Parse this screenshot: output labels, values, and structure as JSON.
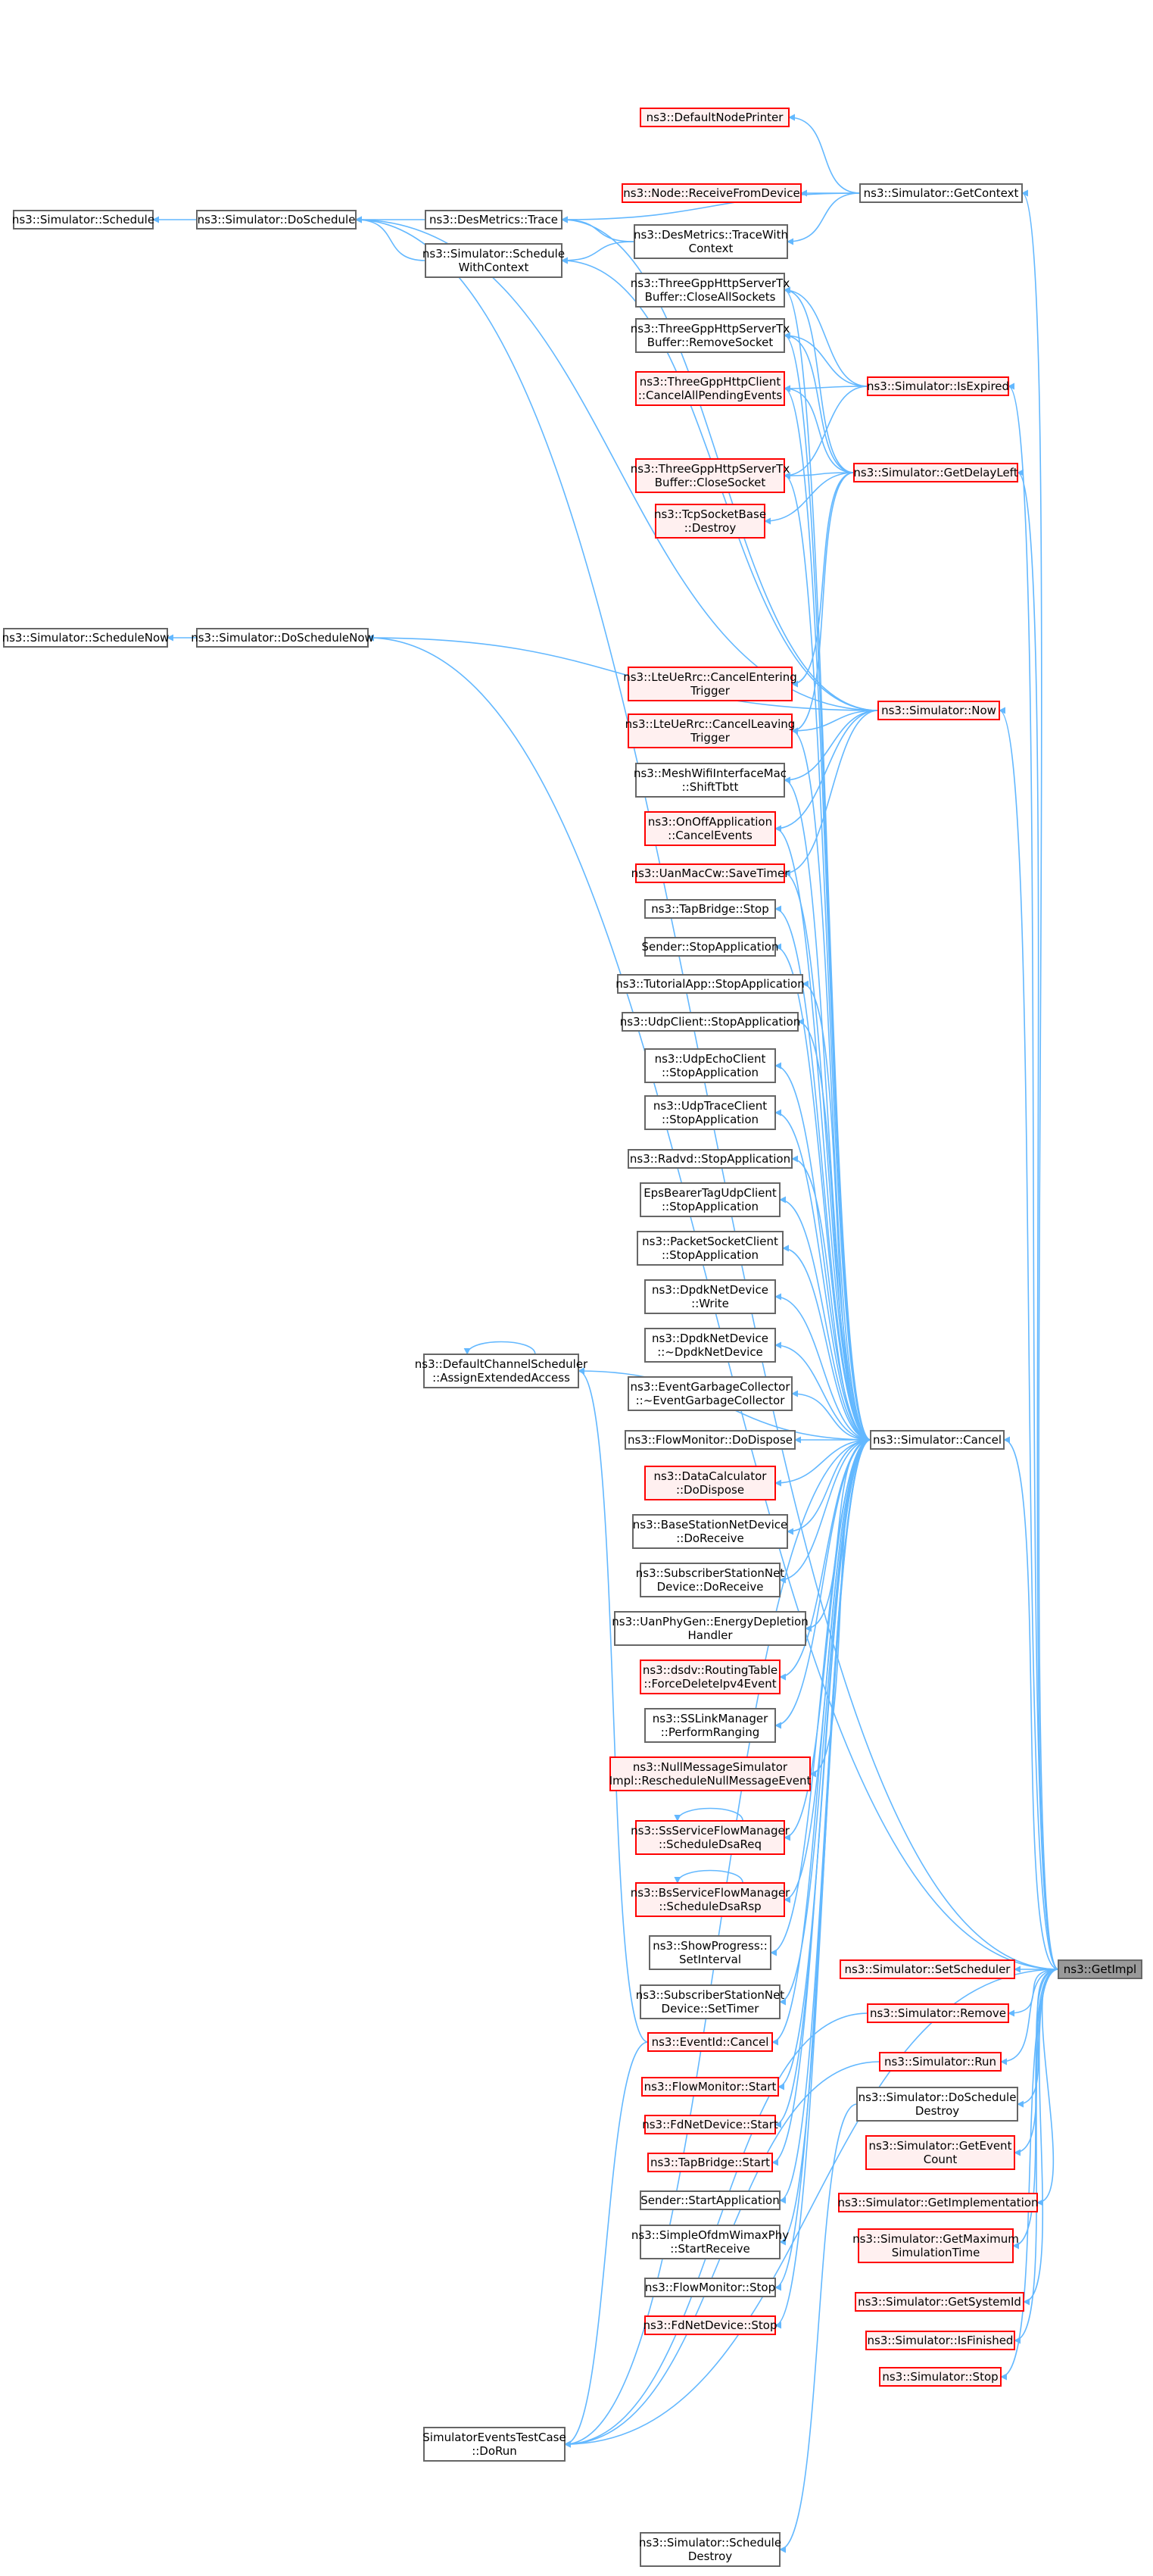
{
  "graph": {
    "colors": {
      "edge": "#63b8ff",
      "node_border_default": "#666666",
      "node_border_red": "#ff0000",
      "node_fill_red": "#fff0f0",
      "node_fill_default": "#ffffff",
      "focus_fill": "#999999",
      "focus_border": "#666666"
    },
    "focus": "getimpl",
    "nodes": [
      {
        "id": "schedule",
        "lines": [
          "ns3::Simulator::Schedule"
        ],
        "style": "default"
      },
      {
        "id": "doschedule",
        "lines": [
          "ns3::Simulator::DoSchedule"
        ],
        "style": "default"
      },
      {
        "id": "desmetrics_trace",
        "lines": [
          "ns3::DesMetrics::Trace"
        ],
        "style": "default"
      },
      {
        "id": "schedule_wc",
        "lines": [
          "ns3::Simulator::Schedule",
          "WithContext"
        ],
        "style": "default"
      },
      {
        "id": "defaultnodeprinter",
        "lines": [
          "ns3::DefaultNodePrinter"
        ],
        "style": "red"
      },
      {
        "id": "receivefromdevice",
        "lines": [
          "ns3::Node::ReceiveFromDevice"
        ],
        "style": "red"
      },
      {
        "id": "tracewithcontext",
        "lines": [
          "ns3::DesMetrics::TraceWith",
          "Context"
        ],
        "style": "default"
      },
      {
        "id": "getcontext",
        "lines": [
          "ns3::Simulator::GetContext"
        ],
        "style": "default"
      },
      {
        "id": "closeallsockets",
        "lines": [
          "ns3::ThreeGppHttpServerTx",
          "Buffer::CloseAllSockets"
        ],
        "style": "default"
      },
      {
        "id": "removesocket",
        "lines": [
          "ns3::ThreeGppHttpServerTx",
          "Buffer::RemoveSocket"
        ],
        "style": "default"
      },
      {
        "id": "cancelallpending",
        "lines": [
          "ns3::ThreeGppHttpClient",
          "::CancelAllPendingEvents"
        ],
        "style": "red"
      },
      {
        "id": "isexpired",
        "lines": [
          "ns3::Simulator::IsExpired"
        ],
        "style": "red"
      },
      {
        "id": "closesocket",
        "lines": [
          "ns3::ThreeGppHttpServerTx",
          "Buffer::CloseSocket"
        ],
        "style": "red"
      },
      {
        "id": "getdelayleft",
        "lines": [
          "ns3::Simulator::GetDelayLeft"
        ],
        "style": "red"
      },
      {
        "id": "tcpdestroy",
        "lines": [
          "ns3::TcpSocketBase",
          "::Destroy"
        ],
        "style": "red"
      },
      {
        "id": "schedulenow",
        "lines": [
          "ns3::Simulator::ScheduleNow"
        ],
        "style": "default"
      },
      {
        "id": "doschedulenow",
        "lines": [
          "ns3::Simulator::DoScheduleNow"
        ],
        "style": "default"
      },
      {
        "id": "canceltrigger",
        "lines": [
          "ns3::LteUeRrc::CancelEntering",
          "Trigger"
        ],
        "style": "red"
      },
      {
        "id": "leavingtrigger",
        "lines": [
          "ns3::LteUeRrc::CancelLeaving",
          "Trigger"
        ],
        "style": "red"
      },
      {
        "id": "now",
        "lines": [
          "ns3::Simulator::Now"
        ],
        "style": "red"
      },
      {
        "id": "shifttbtt",
        "lines": [
          "ns3::MeshWifiInterfaceMac",
          "::ShiftTbtt"
        ],
        "style": "default"
      },
      {
        "id": "onoffcancel",
        "lines": [
          "ns3::OnOffApplication",
          "::CancelEvents"
        ],
        "style": "red"
      },
      {
        "id": "savetimer",
        "lines": [
          "ns3::UanMacCw::SaveTimer"
        ],
        "style": "red"
      },
      {
        "id": "tapstop",
        "lines": [
          "ns3::TapBridge::Stop"
        ],
        "style": "default"
      },
      {
        "id": "senderstop",
        "lines": [
          "Sender::StopApplication"
        ],
        "style": "default"
      },
      {
        "id": "tutorialstop",
        "lines": [
          "ns3::TutorialApp::StopApplication"
        ],
        "style": "default"
      },
      {
        "id": "udpclientstop",
        "lines": [
          "ns3::UdpClient::StopApplication"
        ],
        "style": "default"
      },
      {
        "id": "udpechostop",
        "lines": [
          "ns3::UdpEchoClient",
          "::StopApplication"
        ],
        "style": "default"
      },
      {
        "id": "udptracestop",
        "lines": [
          "ns3::UdpTraceClient",
          "::StopApplication"
        ],
        "style": "default"
      },
      {
        "id": "radvdstop",
        "lines": [
          "ns3::Radvd::StopApplication"
        ],
        "style": "default"
      },
      {
        "id": "epsstop",
        "lines": [
          "EpsBearerTagUdpClient",
          "::StopApplication"
        ],
        "style": "default"
      },
      {
        "id": "packetsocketstop",
        "lines": [
          "ns3::PacketSocketClient",
          "::StopApplication"
        ],
        "style": "default"
      },
      {
        "id": "dpdkwrite",
        "lines": [
          "ns3::DpdkNetDevice",
          "::Write"
        ],
        "style": "default"
      },
      {
        "id": "dpdkdtor",
        "lines": [
          "ns3::DpdkNetDevice",
          "::~DpdkNetDevice"
        ],
        "style": "default"
      },
      {
        "id": "assignextended",
        "lines": [
          "ns3::DefaultChannelScheduler",
          "::AssignExtendedAccess"
        ],
        "style": "default"
      },
      {
        "id": "egcdtor",
        "lines": [
          "ns3::EventGarbageCollector",
          "::~EventGarbageCollector"
        ],
        "style": "default"
      },
      {
        "id": "flowmondispose",
        "lines": [
          "ns3::FlowMonitor::DoDispose"
        ],
        "style": "default"
      },
      {
        "id": "cancel",
        "lines": [
          "ns3::Simulator::Cancel"
        ],
        "style": "default"
      },
      {
        "id": "datacalcdispose",
        "lines": [
          "ns3::DataCalculator",
          "::DoDispose"
        ],
        "style": "red"
      },
      {
        "id": "bsreceive",
        "lines": [
          "ns3::BaseStationNetDevice",
          "::DoReceive"
        ],
        "style": "default"
      },
      {
        "id": "ssreceive",
        "lines": [
          "ns3::SubscriberStationNet",
          "Device::DoReceive"
        ],
        "style": "default"
      },
      {
        "id": "uanenergy",
        "lines": [
          "ns3::UanPhyGen::EnergyDepletion",
          "Handler"
        ],
        "style": "default"
      },
      {
        "id": "dsdvforce",
        "lines": [
          "ns3::dsdv::RoutingTable",
          "::ForceDeleteIpv4Event"
        ],
        "style": "red"
      },
      {
        "id": "sslink",
        "lines": [
          "ns3::SSLinkManager",
          "::PerformRanging"
        ],
        "style": "default"
      },
      {
        "id": "nullmsg",
        "lines": [
          "ns3::NullMessageSimulator",
          "Impl::RescheduleNullMessageEvent"
        ],
        "style": "red"
      },
      {
        "id": "ssdsareq",
        "lines": [
          "ns3::SsServiceFlowManager",
          "::ScheduleDsaReq"
        ],
        "style": "red"
      },
      {
        "id": "bsdsarsp",
        "lines": [
          "ns3::BsServiceFlowManager",
          "::ScheduleDsaRsp"
        ],
        "style": "red"
      },
      {
        "id": "showprogress",
        "lines": [
          "ns3::ShowProgress::",
          "SetInterval"
        ],
        "style": "default"
      },
      {
        "id": "setscheduler",
        "lines": [
          "ns3::Simulator::SetScheduler"
        ],
        "style": "red"
      },
      {
        "id": "getimpl",
        "lines": [
          "ns3::GetImpl"
        ],
        "style": "focus"
      },
      {
        "id": "remove",
        "lines": [
          "ns3::Simulator::Remove"
        ],
        "style": "red"
      },
      {
        "id": "sssettimer",
        "lines": [
          "ns3::SubscriberStationNet",
          "Device::SetTimer"
        ],
        "style": "default"
      },
      {
        "id": "eventidcancel",
        "lines": [
          "ns3::EventId::Cancel"
        ],
        "style": "red"
      },
      {
        "id": "run",
        "lines": [
          "ns3::Simulator::Run"
        ],
        "style": "red"
      },
      {
        "id": "dosched_destroy",
        "lines": [
          "ns3::Simulator::DoSchedule",
          "Destroy"
        ],
        "style": "default"
      },
      {
        "id": "flowmonstart",
        "lines": [
          "ns3::FlowMonitor::Start"
        ],
        "style": "red"
      },
      {
        "id": "geteventcount",
        "lines": [
          "ns3::Simulator::GetEvent",
          "Count"
        ],
        "style": "red"
      },
      {
        "id": "fdstart",
        "lines": [
          "ns3::FdNetDevice::Start"
        ],
        "style": "red"
      },
      {
        "id": "getimplementation",
        "lines": [
          "ns3::Simulator::GetImplementation"
        ],
        "style": "red"
      },
      {
        "id": "tapstart",
        "lines": [
          "ns3::TapBridge::Start"
        ],
        "style": "red"
      },
      {
        "id": "getmaxsim",
        "lines": [
          "ns3::Simulator::GetMaximum",
          "SimulationTime"
        ],
        "style": "red"
      },
      {
        "id": "senderstart",
        "lines": [
          "Sender::StartApplication"
        ],
        "style": "default"
      },
      {
        "id": "getsystemid",
        "lines": [
          "ns3::Simulator::GetSystemId"
        ],
        "style": "red"
      },
      {
        "id": "ofdmstart",
        "lines": [
          "ns3::SimpleOfdmWimaxPhy",
          "::StartReceive"
        ],
        "style": "default"
      },
      {
        "id": "isfinished",
        "lines": [
          "ns3::Simulator::IsFinished"
        ],
        "style": "red"
      },
      {
        "id": "simstop",
        "lines": [
          "ns3::Simulator::Stop"
        ],
        "style": "red"
      },
      {
        "id": "flowmonstop",
        "lines": [
          "ns3::FlowMonitor::Stop"
        ],
        "style": "default"
      },
      {
        "id": "fdstop",
        "lines": [
          "ns3::FdNetDevice::Stop"
        ],
        "style": "red"
      },
      {
        "id": "testcase",
        "lines": [
          "SimulatorEventsTestCase",
          "::DoRun"
        ],
        "style": "default"
      },
      {
        "id": "scheduledestroy",
        "lines": [
          "ns3::Simulator::Schedule",
          "Destroy"
        ],
        "style": "default"
      }
    ],
    "edges": [
      [
        "doschedule",
        "schedule"
      ],
      [
        "desmetrics_trace",
        "doschedule"
      ],
      [
        "schedule_wc",
        "doschedule"
      ],
      [
        "getimpl",
        "doschedule"
      ],
      [
        "tracewithcontext",
        "desmetrics_trace"
      ],
      [
        "getcontext",
        "desmetrics_trace"
      ],
      [
        "tracewithcontext",
        "schedule_wc"
      ],
      [
        "getcontext",
        "defaultnodeprinter"
      ],
      [
        "getcontext",
        "receivefromdevice"
      ],
      [
        "getcontext",
        "tracewithcontext"
      ],
      [
        "getimpl",
        "getcontext"
      ],
      [
        "isexpired",
        "closeallsockets"
      ],
      [
        "isexpired",
        "removesocket"
      ],
      [
        "isexpired",
        "cancelallpending"
      ],
      [
        "isexpired",
        "closesocket"
      ],
      [
        "getimpl",
        "isexpired"
      ],
      [
        "getdelayleft",
        "closeallsockets"
      ],
      [
        "getdelayleft",
        "removesocket"
      ],
      [
        "getdelayleft",
        "cancelallpending"
      ],
      [
        "getdelayleft",
        "closesocket"
      ],
      [
        "getdelayleft",
        "tcpdestroy"
      ],
      [
        "getdelayleft",
        "canceltrigger"
      ],
      [
        "getdelayleft",
        "leavingtrigger"
      ],
      [
        "getimpl",
        "getdelayleft"
      ],
      [
        "doschedulenow",
        "schedulenow"
      ],
      [
        "getimpl",
        "doschedulenow"
      ],
      [
        "now",
        "doschedule"
      ],
      [
        "now",
        "doschedulenow"
      ],
      [
        "now",
        "desmetrics_trace"
      ],
      [
        "now",
        "schedule_wc"
      ],
      [
        "now",
        "leavingtrigger"
      ],
      [
        "now",
        "shifttbtt"
      ],
      [
        "now",
        "onoffcancel"
      ],
      [
        "now",
        "savetimer"
      ],
      [
        "getimpl",
        "now"
      ],
      [
        "cancel",
        "closeallsockets"
      ],
      [
        "cancel",
        "removesocket"
      ],
      [
        "cancel",
        "cancelallpending"
      ],
      [
        "cancel",
        "closesocket"
      ],
      [
        "cancel",
        "leavingtrigger"
      ],
      [
        "cancel",
        "shifttbtt"
      ],
      [
        "cancel",
        "onoffcancel"
      ],
      [
        "cancel",
        "savetimer"
      ],
      [
        "cancel",
        "tapstop"
      ],
      [
        "cancel",
        "senderstop"
      ],
      [
        "cancel",
        "tutorialstop"
      ],
      [
        "cancel",
        "udpclientstop"
      ],
      [
        "cancel",
        "udpechostop"
      ],
      [
        "cancel",
        "udptracestop"
      ],
      [
        "cancel",
        "radvdstop"
      ],
      [
        "cancel",
        "epsstop"
      ],
      [
        "cancel",
        "packetsocketstop"
      ],
      [
        "cancel",
        "dpdkwrite"
      ],
      [
        "cancel",
        "dpdkdtor"
      ],
      [
        "cancel",
        "assignextended"
      ],
      [
        "cancel",
        "egcdtor"
      ],
      [
        "cancel",
        "flowmondispose"
      ],
      [
        "cancel",
        "datacalcdispose"
      ],
      [
        "cancel",
        "bsreceive"
      ],
      [
        "cancel",
        "ssreceive"
      ],
      [
        "cancel",
        "uanenergy"
      ],
      [
        "cancel",
        "dsdvforce"
      ],
      [
        "cancel",
        "sslink"
      ],
      [
        "cancel",
        "nullmsg"
      ],
      [
        "cancel",
        "ssdsareq"
      ],
      [
        "cancel",
        "bsdsarsp"
      ],
      [
        "cancel",
        "showprogress"
      ],
      [
        "cancel",
        "sssettimer"
      ],
      [
        "cancel",
        "eventidcancel"
      ],
      [
        "cancel",
        "flowmonstart"
      ],
      [
        "cancel",
        "fdstart"
      ],
      [
        "cancel",
        "tapstart"
      ],
      [
        "cancel",
        "senderstart"
      ],
      [
        "cancel",
        "ofdmstart"
      ],
      [
        "cancel",
        "flowmonstop"
      ],
      [
        "cancel",
        "fdstop"
      ],
      [
        "cancel",
        "testcase"
      ],
      [
        "getimpl",
        "cancel"
      ],
      [
        "eventidcancel",
        "assignextended"
      ],
      [
        "eventidcancel",
        "testcase"
      ],
      [
        "assignextended",
        "assignextended"
      ],
      [
        "ssdsareq",
        "ssdsareq"
      ],
      [
        "bsdsarsp",
        "bsdsarsp"
      ],
      [
        "getimpl",
        "setscheduler"
      ],
      [
        "getimpl",
        "remove"
      ],
      [
        "remove",
        "testcase"
      ],
      [
        "getimpl",
        "run"
      ],
      [
        "run",
        "testcase"
      ],
      [
        "getimpl",
        "dosched_destroy"
      ],
      [
        "dosched_destroy",
        "scheduledestroy"
      ],
      [
        "getimpl",
        "geteventcount"
      ],
      [
        "getimpl",
        "getimplementation"
      ],
      [
        "getimpl",
        "getmaxsim"
      ],
      [
        "getimpl",
        "getsystemid"
      ],
      [
        "getimpl",
        "isfinished"
      ],
      [
        "getimpl",
        "simstop"
      ],
      [
        "getimpl",
        "testcase"
      ]
    ]
  }
}
